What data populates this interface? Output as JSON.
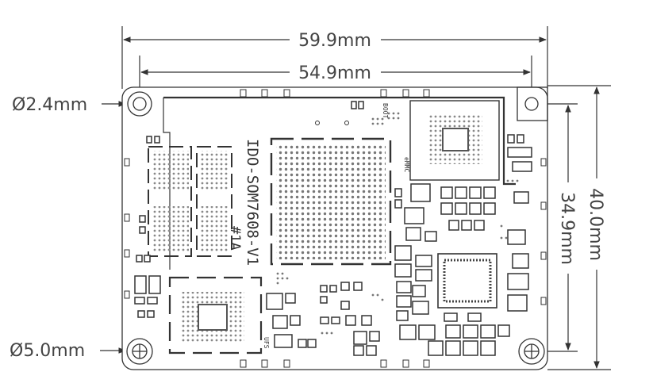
{
  "dimensions": {
    "overall_width": "59.9mm",
    "hole_spacing_width": "54.9mm",
    "overall_height": "40.0mm",
    "hole_spacing_height": "34.9mm",
    "small_hole_diameter": "Ø2.4mm",
    "large_hole_diameter": "Ø5.0mm"
  },
  "silkscreen": {
    "board_name": "IDO-SOM7608-V1",
    "revision": "#1A",
    "emmc_label": "eMMC",
    "boot_label": "BOOT",
    "ufs_label": "UFS"
  },
  "colors": {
    "line": "#333333",
    "text": "#444444"
  }
}
